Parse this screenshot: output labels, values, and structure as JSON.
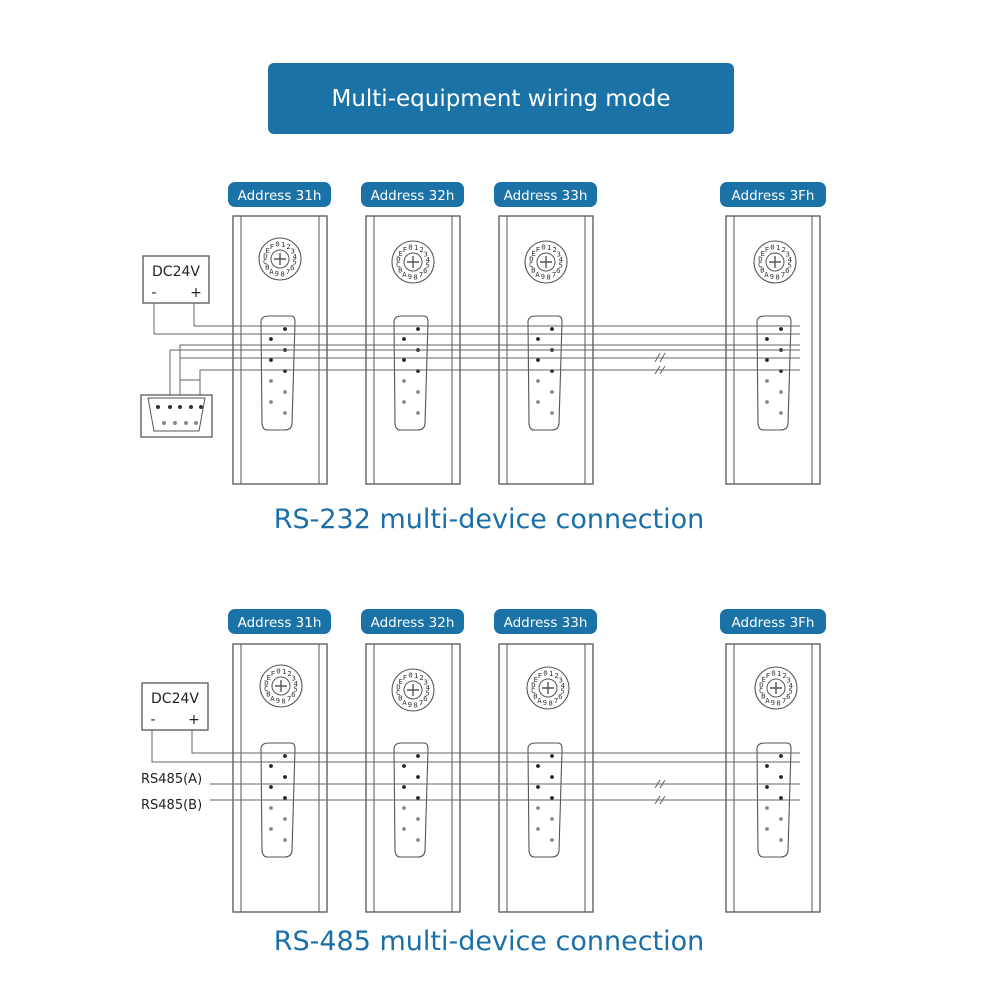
{
  "title": "Multi-equipment wiring mode",
  "colors": {
    "accent": "#1a72a6",
    "caption": "#1a6fa8",
    "line": "#555555"
  },
  "dial_chars": "0123456789ABCDEF",
  "sections": [
    {
      "id": "rs232",
      "caption": "RS-232 multi-device connection",
      "power": {
        "label": "DC24V",
        "minus": "-",
        "plus": "+"
      },
      "devices": [
        {
          "address": "Address 31h"
        },
        {
          "address": "Address 32h"
        },
        {
          "address": "Address 33h"
        },
        {
          "address": "Address 3Fh"
        }
      ]
    },
    {
      "id": "rs485",
      "caption": "RS-485 multi-device connection",
      "power": {
        "label": "DC24V",
        "minus": "-",
        "plus": "+"
      },
      "line_labels": [
        "RS485(A)",
        "RS485(B)"
      ],
      "devices": [
        {
          "address": "Address 31h"
        },
        {
          "address": "Address 32h"
        },
        {
          "address": "Address 33h"
        },
        {
          "address": "Address 3Fh"
        }
      ]
    }
  ]
}
